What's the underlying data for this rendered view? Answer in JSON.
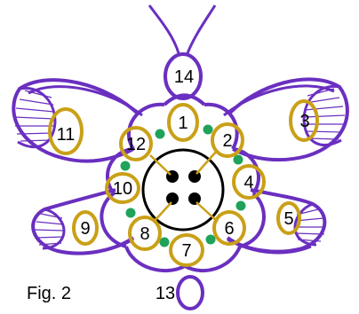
{
  "figure": {
    "caption": "Fig. 2",
    "labels": [
      "1",
      "2",
      "3",
      "4",
      "5",
      "6",
      "7",
      "8",
      "9",
      "10",
      "11",
      "12",
      "13",
      "14"
    ]
  },
  "colors": {
    "outline": "#6a2fc0",
    "ring": "#c9a017",
    "bead": "#1fa35a",
    "button": "#000000"
  }
}
